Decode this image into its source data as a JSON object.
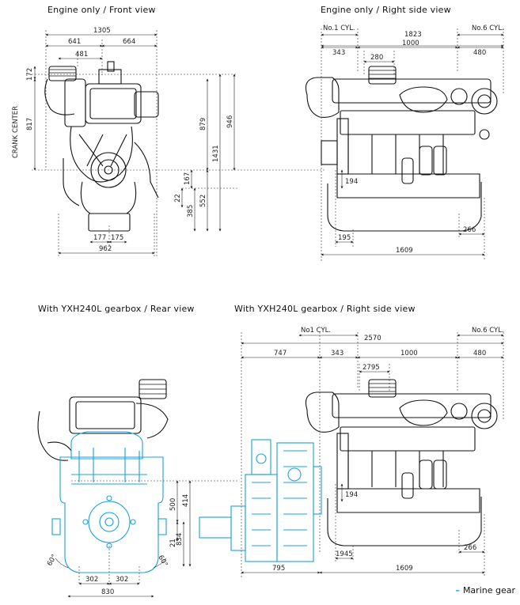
{
  "titles": {
    "front": "Engine only / Front view",
    "side": "Engine only / Right side view",
    "rear_gear": "With YXH240L gearbox / Rear view",
    "side_gear": "With YXH240L gearbox / Right side view"
  },
  "front_dims": {
    "total_width": "1305",
    "left_half": "641",
    "right_half": "664",
    "left_part": "481",
    "top_offset": "172",
    "crank_center_label": "CRANK CENTER",
    "crank_height": "817",
    "h879": "879",
    "h946": "946",
    "h1431": "1431",
    "h167": "167",
    "h22": "22",
    "h385": "385",
    "h552": "552",
    "w177": "177",
    "w175": "175",
    "w962": "962"
  },
  "side_dims": {
    "cyl1": "No.1 CYL.",
    "cyl6": "No.6 CYL.",
    "total": "1823",
    "w343": "343",
    "w1000": "1000",
    "w480": "480",
    "w280": "280",
    "h194": "194",
    "w195": "195",
    "w266": "266",
    "w1609": "1609"
  },
  "rear_gear_dims": {
    "h500": "500",
    "h414": "414",
    "h21": "21",
    "h834": "834",
    "angle_left": "60°",
    "angle_right": "60°",
    "w302a": "302",
    "w302b": "302",
    "w830": "830"
  },
  "side_gear_dims": {
    "cyl1": "No1 CYL.",
    "cyl6": "No.6 CYL.",
    "total": "2570",
    "w747": "747",
    "w343": "343",
    "w1000": "1000",
    "w480": "480",
    "w2795": "2795",
    "h194": "194",
    "w1945": "1945",
    "w266": "266",
    "w795": "795",
    "w1609": "1609"
  },
  "legend": {
    "dash": "–",
    "label": "Marine gear"
  },
  "colors": {
    "engine": "#111111",
    "marine_gear": "#1aa0e6"
  }
}
